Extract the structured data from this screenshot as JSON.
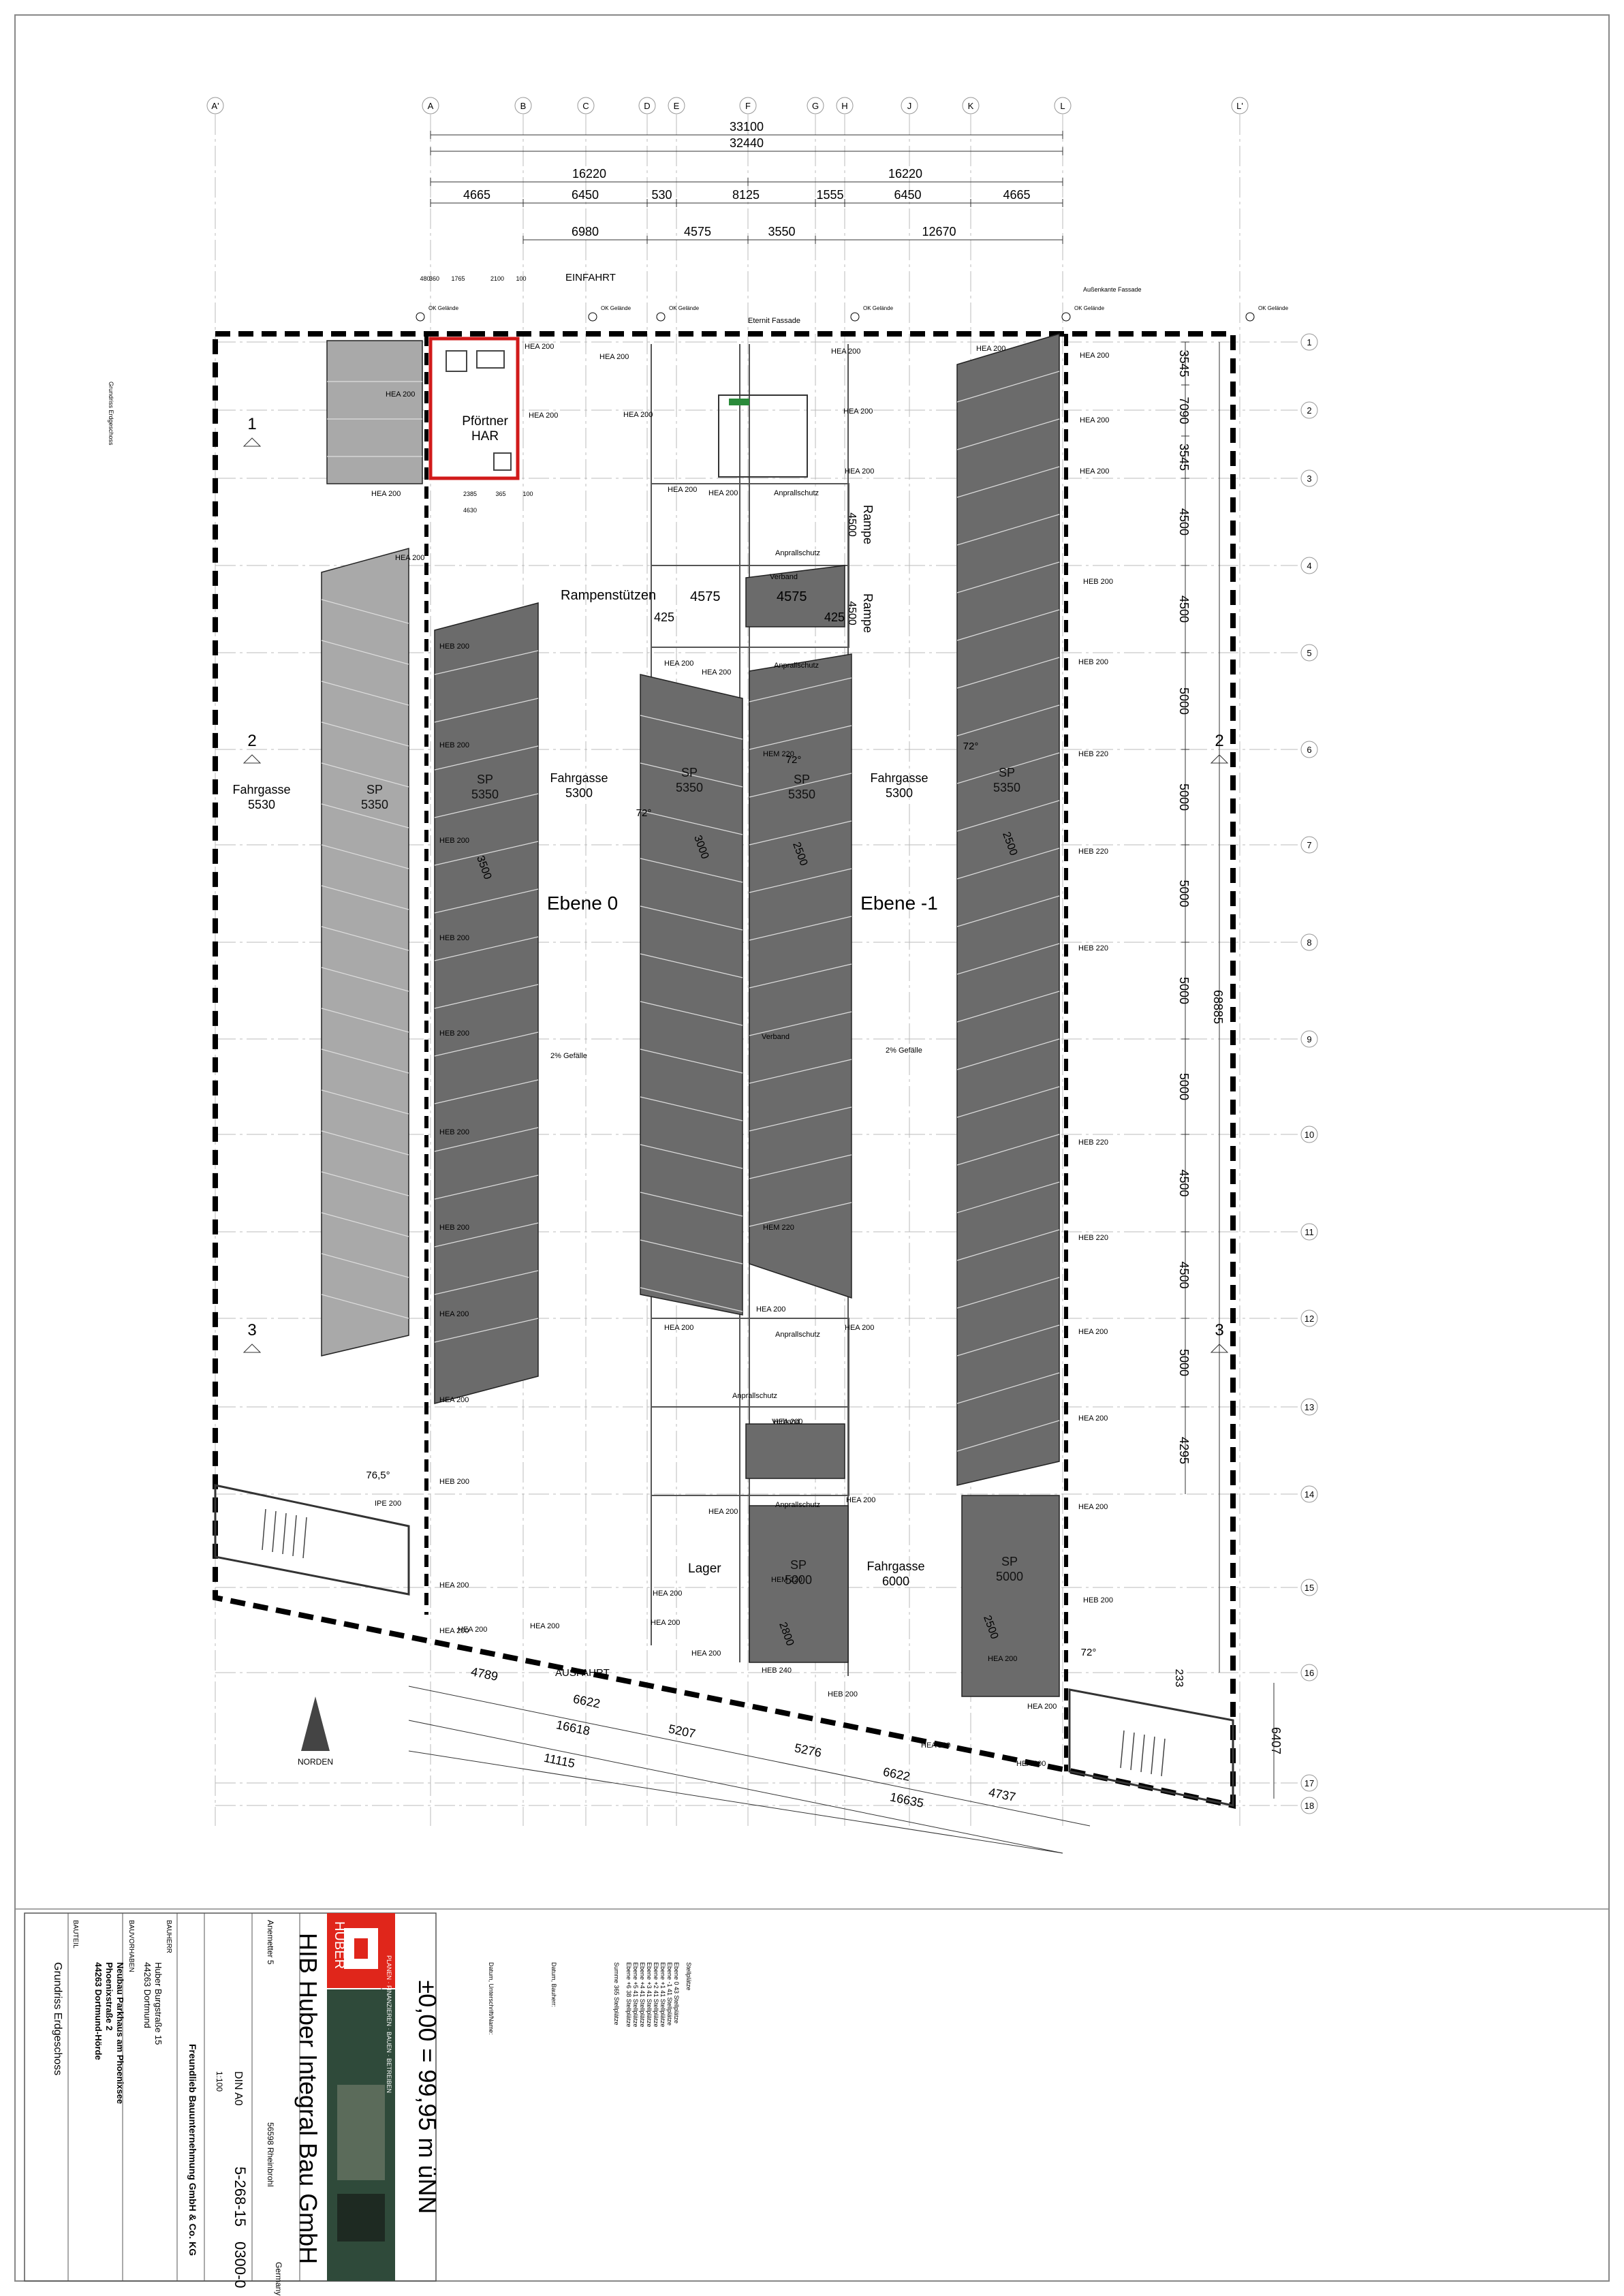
{
  "grid": {
    "columns": [
      "A'",
      "A",
      "B",
      "C",
      "D",
      "E",
      "F",
      "G",
      "H",
      "J",
      "K",
      "L",
      "L'"
    ],
    "rows": [
      "1",
      "2",
      "3",
      "4",
      "5",
      "6",
      "7",
      "8",
      "9",
      "10",
      "11",
      "12",
      "13",
      "14",
      "15",
      "16",
      "17",
      "18"
    ]
  },
  "dims": {
    "total_1": "33100",
    "total_2": "32440",
    "half_left": "16220",
    "half_right": "16220",
    "row3": [
      "4665",
      "6450",
      "530",
      "8125",
      "1555",
      "6450",
      "4665"
    ],
    "row4": [
      "6980",
      "4575",
      "3550",
      "12670"
    ],
    "right_side": [
      "3545",
      "7090",
      "3545",
      "4500",
      "4500",
      "5000",
      "5000",
      "5000",
      "5000",
      "5000",
      "4500",
      "4500",
      "5000",
      "4295"
    ],
    "right_total": "68885",
    "right_233": "233",
    "right_6407": "6407",
    "bottom_dims": [
      "4789",
      "6622",
      "16618",
      "11115",
      "5207",
      "5276",
      "6622",
      "16635",
      "4737"
    ],
    "small_top": [
      "480",
      "360",
      "1765",
      "2100",
      "100"
    ],
    "pf_dims": [
      "4630",
      "2385",
      "365",
      "100"
    ]
  },
  "labels": {
    "einfahrt": "EINFAHRT",
    "ausfahrt": "AUSFAHRT",
    "ebene0": "Ebene 0",
    "ebene1": "Ebene -1",
    "fahrgasse": "Fahrgasse",
    "fahrgasse_vals": [
      "5530",
      "5300",
      "5300",
      "6000"
    ],
    "sp": "SP",
    "sp_vals": [
      "5350",
      "5350",
      "5350",
      "5350",
      "5350",
      "5000",
      "5000"
    ],
    "rampe": "Rampe",
    "rampe_val": "4500",
    "rampenstuetzen": "Rampenstützen",
    "ramp_4575": "4575",
    "ramp_425": "425",
    "pfoertner": "Pförtner",
    "har": "HAR",
    "lager": "Lager",
    "gefaelle": "2% Gefälle",
    "anprallschutz": "Anprallschutz",
    "verband": "Verband",
    "eternit": "Eternit Fassade",
    "aussenfassade": "Außenkante Fassade",
    "norden": "NORDEN",
    "slots": [
      "3500",
      "3000",
      "2500",
      "2500",
      "2800",
      "2500"
    ],
    "angles": [
      "72°",
      "72°",
      "72°",
      "72°",
      "76,5°"
    ],
    "section_nums": [
      "1",
      "2",
      "3"
    ],
    "ok_gelaende": "OK Gelände",
    "profiles": [
      "HEA 200",
      "HEB 200",
      "HEB 220",
      "HEM 220",
      "IPE 200",
      "HEB 240"
    ]
  },
  "titleblock": {
    "main_title": "±0,00 = 99,95 m üNN",
    "company": "HIB Huber Integral Bau GmbH",
    "company_addr": "Anemetter 5",
    "company_city": "56598 Rheinbrohl",
    "company_country": "Germany",
    "logo": "HUBER",
    "logo_sub": "PLANEN · FINANZIEREN · BAUEN · BETREIBEN",
    "bauherr_label": "BAUHERR",
    "bauherr": "Freundlieb Bauunternehmung GmbH & Co. KG",
    "bauherr_addr": "Huber Burgstraße 15",
    "bauherr_city": "44263 Dortmund",
    "bauvorhaben_label": "BAUVORHABEN",
    "bauvorhaben": "Neubau Parkhaus am Phoenixsee",
    "bauvorhaben_addr": "Phoenixstraße 2",
    "bauvorhaben_city": "44263 Dortmund-Hörde",
    "bauteil_label": "BAUTEIL",
    "bauteil": "Grundriss Erdgeschoss",
    "format": "DIN A0",
    "massstab": "1:100",
    "auftrag": "5-268-15",
    "blatt": "0300-0",
    "side_label": "Grundriss Erdgeschoss",
    "stellplaetze_title": "Stellplätze",
    "stellplaetze": [
      "Ebene 0  43 Stellplätze",
      "Ebene -1  41 Stellplätze",
      "Ebene +1  41 Stellplätze",
      "Ebene +2  41 Stellplätze",
      "Ebene +3  41 Stellplätze",
      "Ebene +4  41 Stellplätze",
      "Ebene +5  41 Stellplätze",
      "Ebene +6  38 Stellplätze"
    ],
    "summe": "Summe  365 Stellplätze",
    "datum_bauherr": "Datum, Bauherr:",
    "datum_unterschrift": "Datum, Unterschrift/Name:"
  },
  "colors": {
    "dark_slab": "#6b6b6b",
    "light_slab": "#a9a9a9",
    "pf_red": "#d11a1a",
    "logo_red": "#e0261b"
  }
}
